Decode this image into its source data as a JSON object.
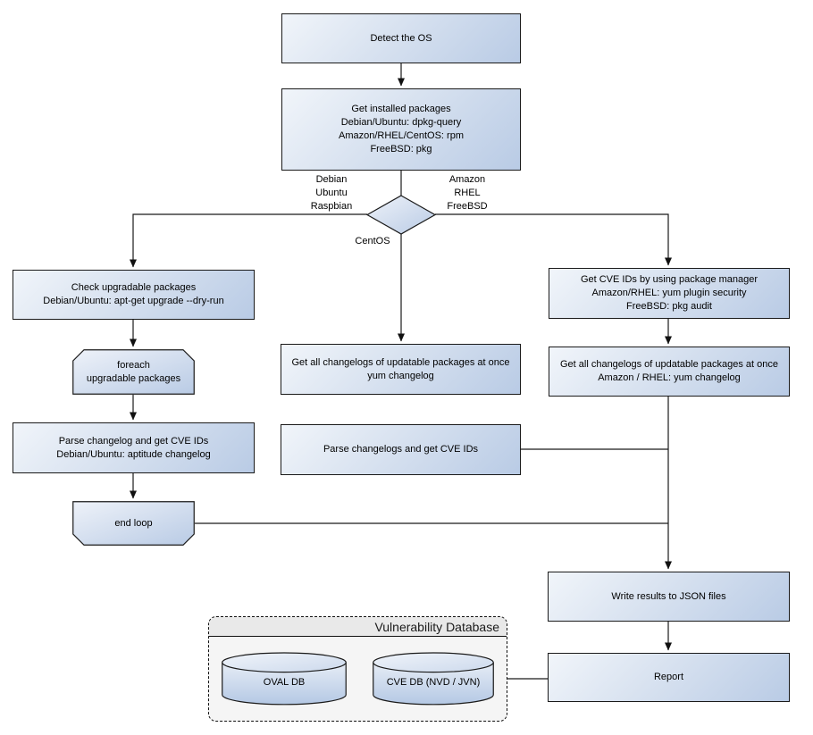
{
  "nodes": {
    "detect_os": {
      "label": "Detect the OS"
    },
    "get_installed": {
      "label": "Get installed packages\nDebian/Ubuntu: dpkg-query\nAmazon/RHEL/CentOS: rpm\nFreeBSD: pkg"
    },
    "check_upgradable": {
      "label": "Check upgradable packages\nDebian/Ubuntu: apt-get upgrade --dry-run"
    },
    "foreach_loop": {
      "label": "foreach\nupgradable packages"
    },
    "parse_changelog": {
      "label": "Parse changelog and get CVE IDs\nDebian/Ubuntu: aptitude changelog"
    },
    "end_loop": {
      "label": "end loop"
    },
    "get_changelogs_yum": {
      "label": "Get all changelogs of updatable packages at once\nyum changelog"
    },
    "parse_changelogs": {
      "label": "Parse changelogs and get CVE IDs"
    },
    "get_cve_ids_pkg": {
      "label": "Get CVE IDs by using package manager\nAmazon/RHEL: yum plugin security\nFreeBSD: pkg audit"
    },
    "get_changelogs_amazon": {
      "label": "Get all changelogs of updatable packages at once\nAmazon / RHEL: yum changelog"
    },
    "write_json": {
      "label": "Write results to JSON files"
    },
    "report": {
      "label": "Report"
    }
  },
  "edge_labels": {
    "debian": "Debian\nUbuntu\nRaspbian",
    "amazon": "Amazon\nRHEL\nFreeBSD",
    "centos": "CentOS"
  },
  "database": {
    "title": "Vulnerability Database",
    "cylinders": [
      {
        "label": "OVAL DB"
      },
      {
        "label": "CVE DB (NVD / JVN)"
      }
    ]
  },
  "colors": {
    "node_fill_light": "#f1f5fa",
    "node_fill_dark": "#b9cbe5",
    "border": "#1a1a1a",
    "container_fill": "#f5f5f5",
    "container_header": "#e9e9e9",
    "background": "#ffffff"
  }
}
